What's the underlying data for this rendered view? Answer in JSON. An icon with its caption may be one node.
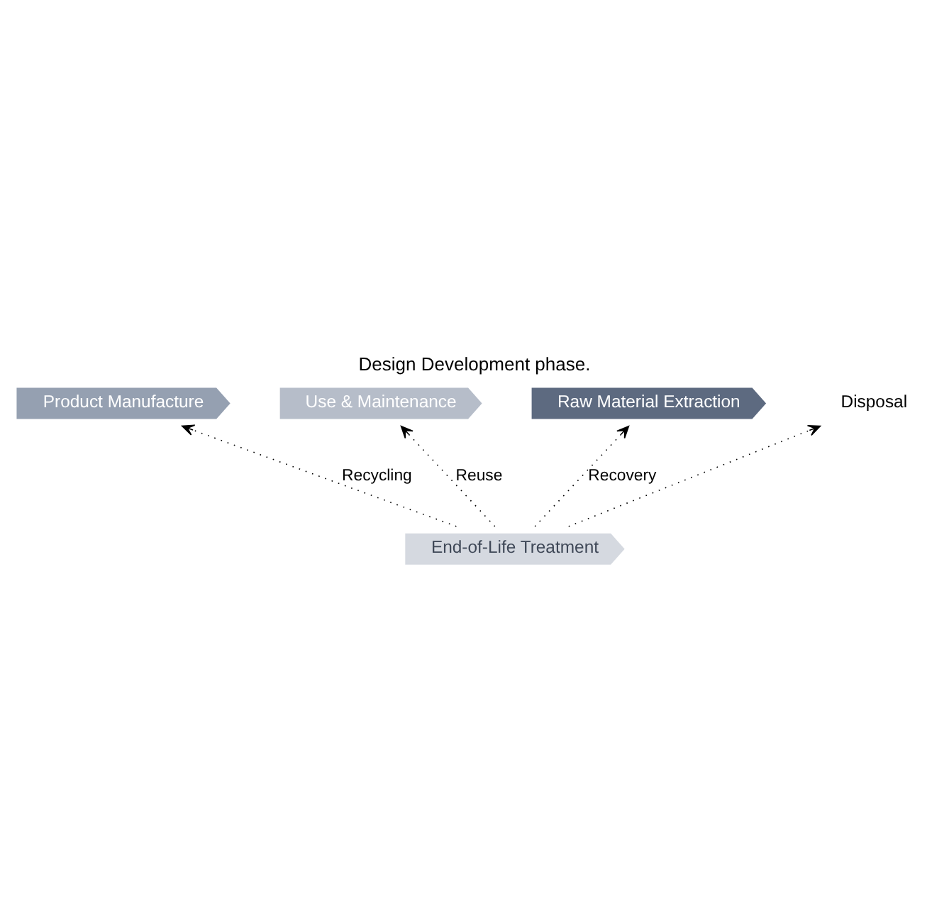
{
  "diagram": {
    "title": "Design Development phase.",
    "nodes": [
      {
        "text": [
          "Product Manufacture"
        ]
      },
      {
        "text": [
          "Use & Maintenance"
        ]
      },
      {
        "text": [
          "End-of-Life Treatment"
        ]
      },
      {
        "text": [
          "Raw Material Extraction"
        ]
      },
      {
        "text": [
          "Disposal"
        ]
      }
    ],
    "edges": [
      {
        "from": 2,
        "to": 3,
        "arrow": "to",
        "label": "Recovery"
      },
      {
        "from": 2,
        "to": 0,
        "arrow": "to",
        "label": "Recycling"
      },
      {
        "from": 2,
        "to": 1,
        "arrow": "to",
        "label": "Reuse"
      },
      {
        "from": 2,
        "to": 4,
        "arrow": "to"
      }
    ]
  }
}
